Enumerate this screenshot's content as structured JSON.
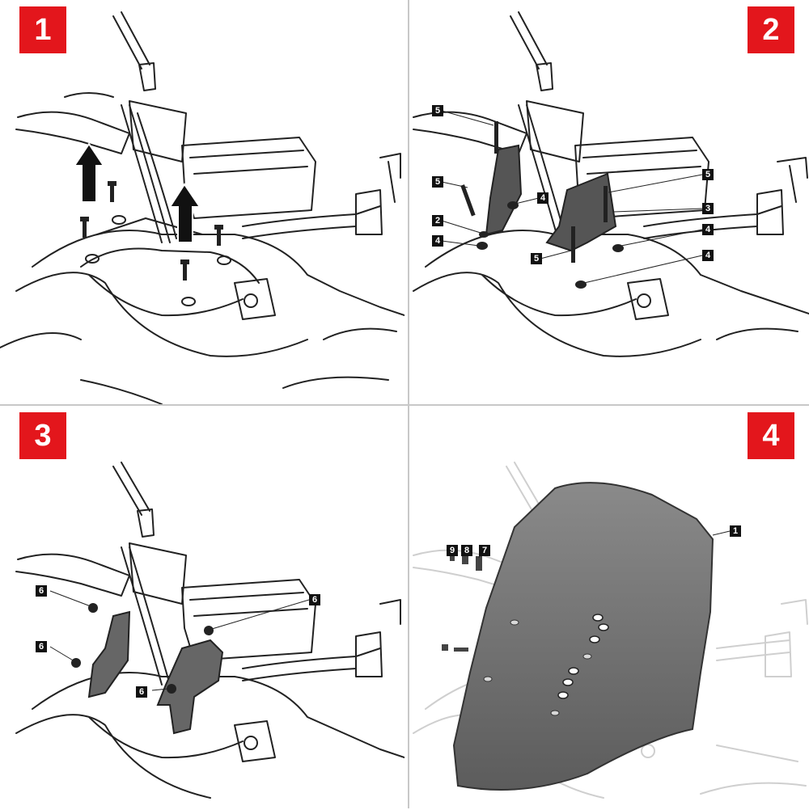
{
  "steps": [
    {
      "number": "1"
    },
    {
      "number": "2",
      "callouts": [
        "5",
        "5",
        "2",
        "4",
        "4",
        "5",
        "3",
        "4",
        "4",
        "5"
      ]
    },
    {
      "number": "3",
      "callouts": [
        "6",
        "6",
        "6",
        "6"
      ]
    },
    {
      "number": "4",
      "callouts": [
        "1",
        "9",
        "8",
        "7"
      ]
    }
  ],
  "colors": {
    "badge": "#e3161c",
    "callout": "#111111",
    "line": "#222222",
    "screen": "#6e6e6e"
  }
}
